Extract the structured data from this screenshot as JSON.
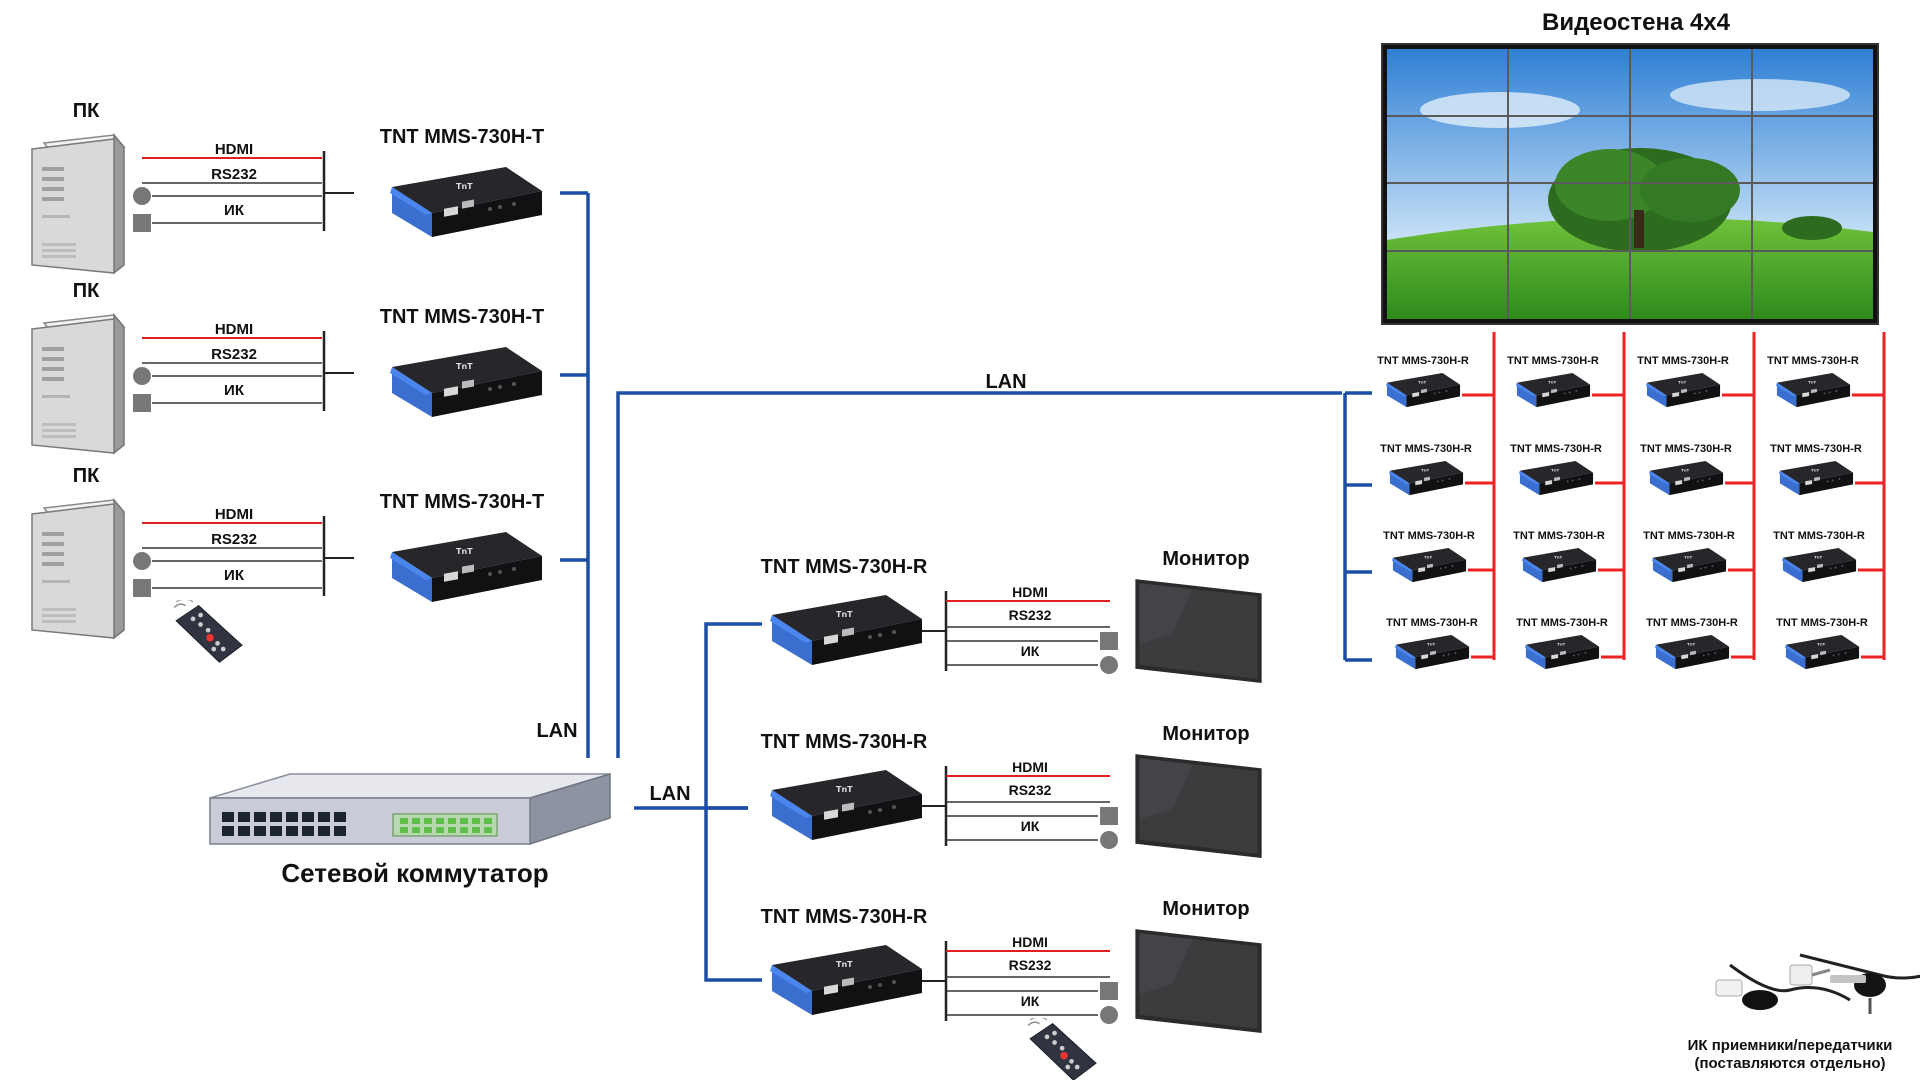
{
  "pcs": [
    {
      "title": "ПК",
      "device": "TNT MMS-730H-T",
      "hdmi": "HDMI",
      "rs232": "RS232",
      "ir": "ИК"
    },
    {
      "title": "ПК",
      "device": "TNT MMS-730H-T",
      "hdmi": "HDMI",
      "rs232": "RS232",
      "ir": "ИК"
    },
    {
      "title": "ПК",
      "device": "TNT MMS-730H-T",
      "hdmi": "HDMI",
      "rs232": "RS232",
      "ir": "ИК"
    }
  ],
  "switch_label": "Сетевой коммутатор",
  "lan": {
    "left": "LAN",
    "switch": "LAN",
    "top": "LAN"
  },
  "monitors": [
    {
      "title": "Монитор",
      "device": "TNT MMS-730H-R",
      "hdmi": "HDMI",
      "rs232": "RS232",
      "ir": "ИК"
    },
    {
      "title": "Монитор",
      "device": "TNT MMS-730H-R",
      "hdmi": "HDMI",
      "rs232": "RS232",
      "ir": "ИК"
    },
    {
      "title": "Монитор",
      "device": "TNT MMS-730H-R",
      "hdmi": "HDMI",
      "rs232": "RS232",
      "ir": "ИК"
    }
  ],
  "videowall": {
    "title": "Видеостена 4x4",
    "receiver_label": "TNT MMS-730H-R",
    "rows": 4,
    "cols": 4
  },
  "ir_accessories": {
    "line1": "ИК приемники/передатчики",
    "line2": "(поставляются отдельно)"
  },
  "colors": {
    "lan": "#1a4fa3",
    "hdmi": "#e02020",
    "wall_link": "#ee2222",
    "device_blue": "#2a6ad8"
  }
}
